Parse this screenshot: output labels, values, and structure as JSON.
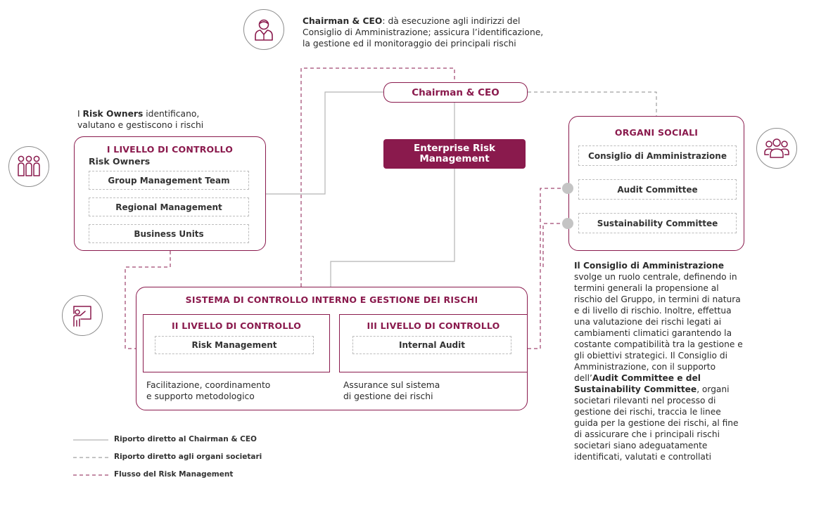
{
  "ceo_note": {
    "bold": "Chairman & CEO",
    "line1": ": dà esecuzione agli indirizzi del",
    "line2": "Consiglio di Amministrazione; assicura l’identificazione,",
    "line3": "la gestione ed il monitoraggio dei principali rischi"
  },
  "ceo_box": {
    "label": "Chairman & CEO"
  },
  "erm_box": {
    "line1": "Enterprise Risk",
    "line2": "Management"
  },
  "risk_owners_note": {
    "pre": "I ",
    "bold": "Risk Owners",
    "post": " identificano,",
    "line2": "valutano e gestiscono i rischi"
  },
  "level1": {
    "title": "I LIVELLO DI CONTROLLO",
    "subtitle": "Risk Owners",
    "items": [
      "Group Management Team",
      "Regional Management",
      "Business Units"
    ]
  },
  "organi": {
    "title": "ORGANI SOCIALI",
    "items": [
      "Consiglio di Amministrazione",
      "Audit Committee",
      "Sustainability Committee"
    ]
  },
  "system": {
    "title": "SISTEMA DI CONTROLLO INTERNO E GESTIONE DEI RISCHI",
    "level2": {
      "title": "II LIVELLO DI CONTROLLO",
      "item": "Risk Management"
    },
    "level3": {
      "title": "III LIVELLO DI CONTROLLO",
      "item": "Internal Audit"
    },
    "level2_note": {
      "line1": "Facilitazione, coordinamento",
      "line2": "e supporto metodologico"
    },
    "level3_note": {
      "line1": "Assurance sul sistema",
      "line2": "di gestione dei rischi"
    }
  },
  "board_note": {
    "b1": "Il Consiglio di Amministrazione",
    "t1": "svolge un ruolo centrale, definendo in termini generali la propensione al rischio del Gruppo, in termini di natura e di livello di rischio. Inoltre, effettua una valutazione dei rischi legati ai cambiamenti climatici garantendo la costante compatibilità tra la gestione e gli obiettivi strategici. Il Consiglio di Amministrazione, con il supporto dell’",
    "b2": "Audit Committee e del Sustainability Committee",
    "t2": ", organi societari rilevanti nel processo di gestione dei rischi, traccia le linee guida per la gestione dei rischi, al fine di assicurare che i principali rischi societari siano adeguatamente identificati, valutati e controllati"
  },
  "legend": [
    {
      "label": "Riporto diretto al Chairman & CEO",
      "style": "solid",
      "color": "#b5b5b5"
    },
    {
      "label": "Riporto diretto agli organi societari",
      "style": "dashed",
      "color": "#888888"
    },
    {
      "label": "Flusso del Risk Management",
      "style": "dashed",
      "color": "#8a1a4d"
    }
  ],
  "colors": {
    "accent": "#8a1a4d",
    "gray_line": "#b5b5b5",
    "dot": "#c4c4c4"
  },
  "icons": [
    "person-icon",
    "group-of-three-icon",
    "team-icon",
    "presenter-board-icon"
  ]
}
